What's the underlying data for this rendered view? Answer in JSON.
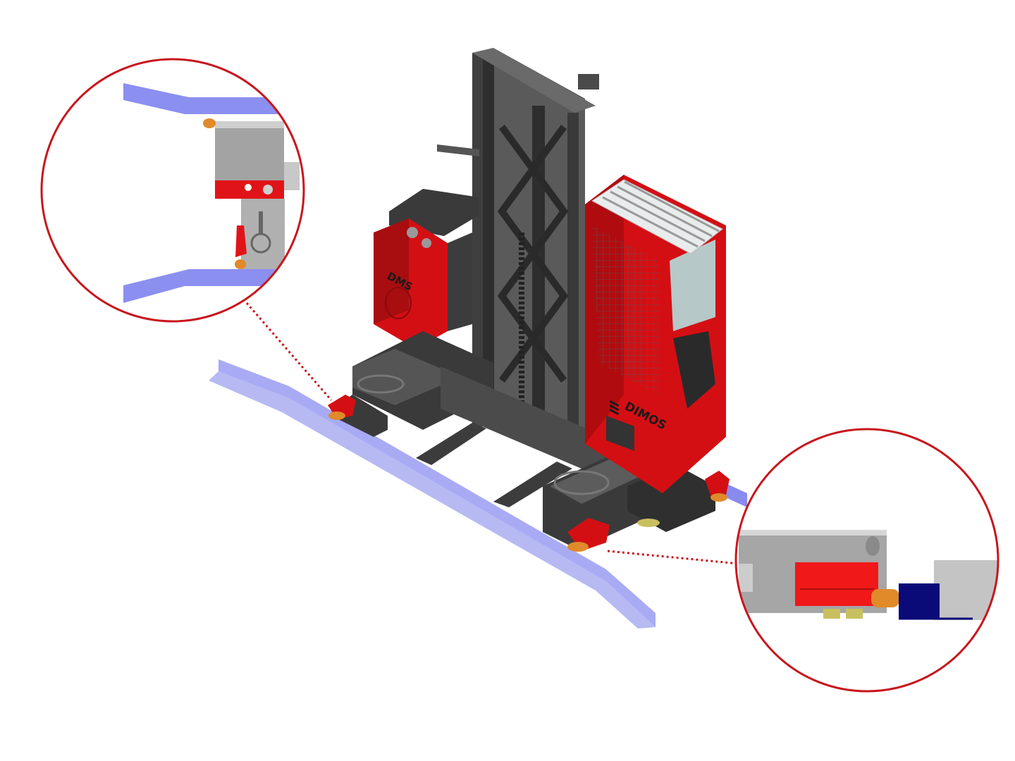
{
  "brand": {
    "logo_primary": "DIMOS",
    "logo_secondary": "DMS"
  },
  "colors": {
    "truck_red": "#d40f14",
    "frame_gray": "#4a4a4a",
    "rail_blue": "#8b8ff0",
    "callout_red": "#c8161d",
    "guide_navy": "#0a0a78",
    "roller_orange": "#e08a2a"
  },
  "callouts": [
    {
      "name": "top-left-detail",
      "subject": "guide-roller-rail-top-view"
    },
    {
      "name": "bottom-right-detail",
      "subject": "guide-roller-rail-side-view"
    }
  ]
}
